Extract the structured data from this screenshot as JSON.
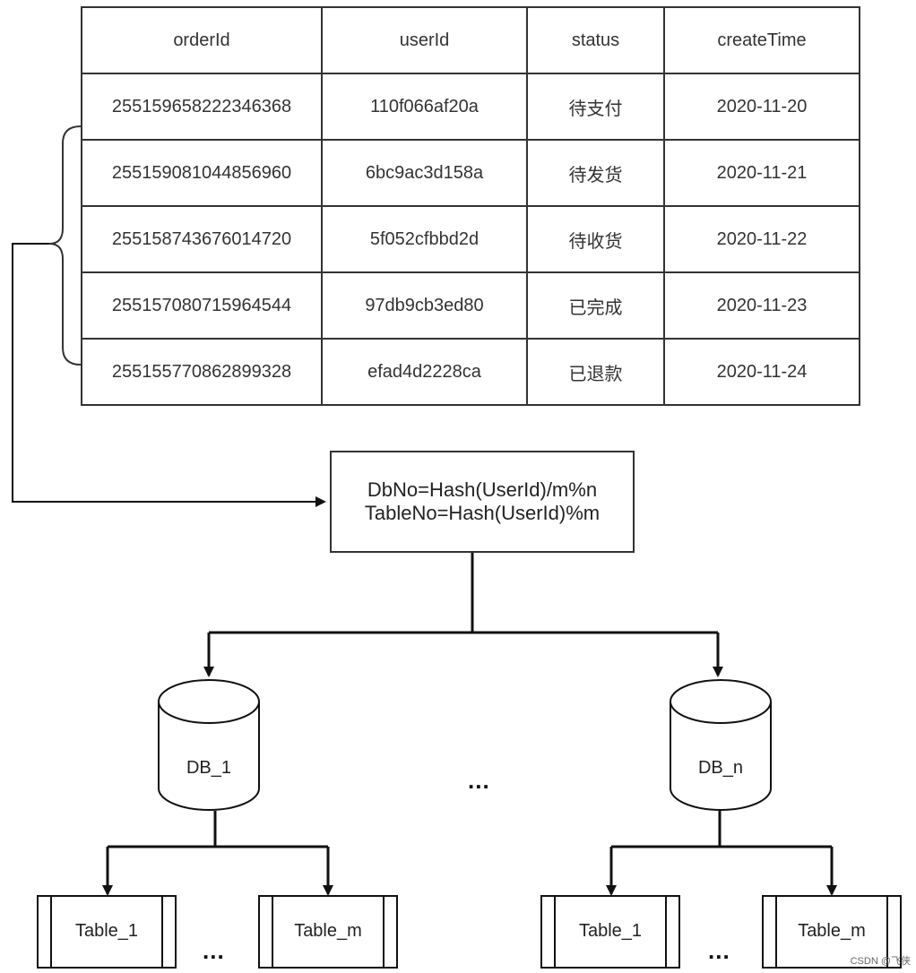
{
  "table": {
    "columns": [
      "orderId",
      "userId",
      "status",
      "createTime"
    ],
    "rows": [
      [
        "255159658222346368",
        "110f066af20a",
        "待支付",
        "2020-11-20"
      ],
      [
        "255159081044856960",
        "6bc9ac3d158a",
        "待发货",
        "2020-11-21"
      ],
      [
        "255158743676014720",
        "5f052cfbbd2d",
        "待收货",
        "2020-11-22"
      ],
      [
        "255157080715964544",
        "97db9cb3ed80",
        "已完成",
        "2020-11-23"
      ],
      [
        "255155770862899328",
        "efad4d2228ca",
        "已退款",
        "2020-11-24"
      ]
    ]
  },
  "formula": {
    "line1": "DbNo=Hash(UserId)/m%n",
    "line2": "TableNo=Hash(UserId)%m"
  },
  "databases": [
    {
      "label": "DB_1",
      "tables": [
        "Table_1",
        "Table_m"
      ]
    },
    {
      "label": "DB_n",
      "tables": [
        "Table_1",
        "Table_m"
      ]
    }
  ],
  "ellipsis": "...",
  "watermark": "CSDN @飞侠"
}
